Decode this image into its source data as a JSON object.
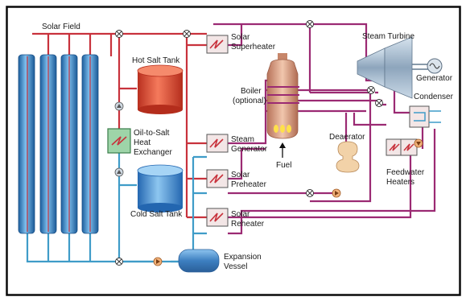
{
  "labels": {
    "solar_field": "Solar Field",
    "hot_salt_tank": "Hot Salt Tank",
    "cold_salt_tank": "Cold Salt Tank",
    "oil_to_salt_hx": [
      "Oil-to-Salt",
      "Heat",
      "Exchanger"
    ],
    "solar_superheater": [
      "Solar",
      "Superheater"
    ],
    "steam_generator": [
      "Steam",
      "Generator"
    ],
    "solar_preheater": [
      "Solar",
      "Preheater"
    ],
    "solar_reheater": [
      "Solar",
      "Reheater"
    ],
    "boiler": [
      "Boiler",
      "(optional)"
    ],
    "fuel": "Fuel",
    "steam_turbine": "Steam Turbine",
    "generator": "Generator",
    "condenser": "Condenser",
    "deaerator": "Deaerator",
    "feedwater_heaters": [
      "Feedwater",
      "Heaters"
    ],
    "expansion_vessel": [
      "Expansion",
      "Vessel"
    ]
  },
  "colors": {
    "oil_hot": "#c8323c",
    "oil_cold": "#3f9cc8",
    "steam_water": "#9b2a73",
    "collector": "#2c7ec2",
    "hot_tank": "#e0513a",
    "cold_tank": "#3b8fd6",
    "boiler": "#d89a7c",
    "hx_fill": "#f3e6e6",
    "hx_green": "#9ed4a8",
    "deaerator": "#f2d2a8",
    "turbine": "#9fb4c8",
    "expansion_vessel": "#3d7fc0",
    "border": "#0a0a0a"
  }
}
